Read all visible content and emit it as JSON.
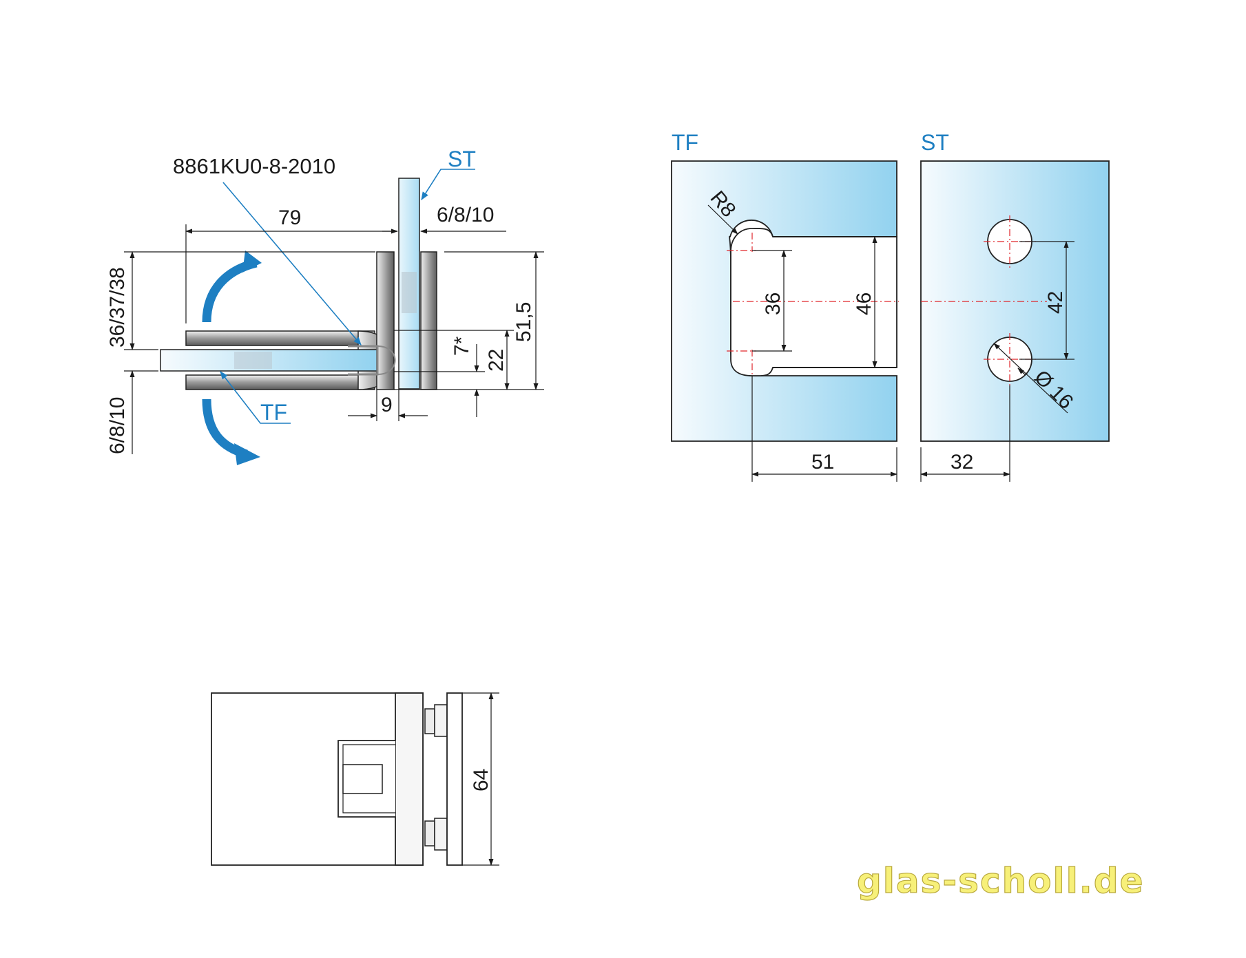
{
  "side_view": {
    "part_number": "8861KU0-8-2010",
    "label_st": "ST",
    "label_tf": "TF",
    "dim_length": "79",
    "dim_glass_st": "6/8/10",
    "dim_height_left": "36/37/38",
    "dim_glass_tf": "6/8/10",
    "dim_gap": "9",
    "dim_offset": "7*",
    "dim_22": "22",
    "dim_total": "51,5"
  },
  "tf_cutout": {
    "title": "TF",
    "radius": "R8",
    "dim_inner": "36",
    "dim_outer": "46",
    "dim_depth": "51"
  },
  "st_holes": {
    "title": "ST",
    "dim_spacing": "42",
    "dim_diameter": "Ø 16",
    "dim_edge": "32"
  },
  "front_view": {
    "dim_height": "64"
  },
  "watermark": "glas-scholl.de",
  "colors": {
    "accent_blue": "#1e7fc2",
    "glass_light": "#eef7fc",
    "glass_dark": "#8fd0ee",
    "centerline_red": "#e0262b",
    "watermark_yellow": "#f7f079"
  }
}
